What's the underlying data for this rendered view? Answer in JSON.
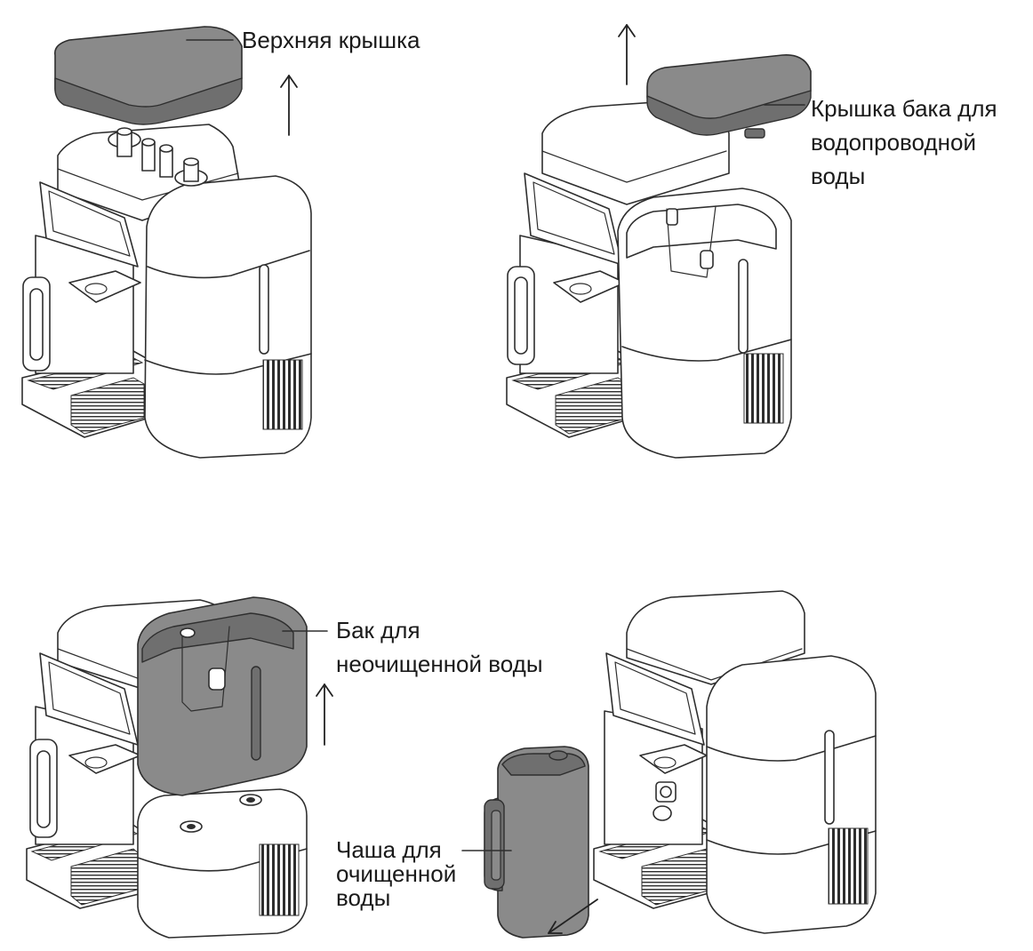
{
  "labels": {
    "top_lid": "Верхняя крышка",
    "tap_tank_lid": [
      "Крышка бака для",
      "водопроводной",
      "воды"
    ],
    "raw_tank": [
      "Бак для",
      "неочищенной воды"
    ],
    "pure_bowl": [
      "Чаша для",
      "очищенной",
      "воды"
    ]
  }
}
